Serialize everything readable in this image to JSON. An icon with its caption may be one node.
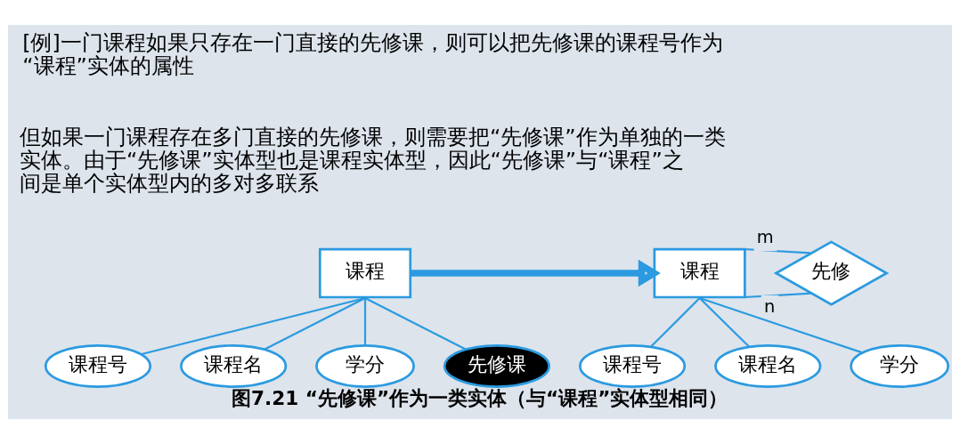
{
  "diagram": {
    "caption": "图7.21 “先修课”作为一类实体（与“课程”实体型相同）",
    "nodes": [
      {
        "text": [
          "课程"
        ]
      },
      {
        "text": [
          "课程号"
        ]
      },
      {
        "text": [
          "课程名"
        ]
      },
      {
        "text": [
          "学分"
        ]
      },
      {
        "text": [
          "先修课"
        ]
      },
      {
        "text": [
          "课程"
        ]
      },
      {
        "text": [
          "先修"
        ]
      },
      {
        "text": [
          "课程号"
        ]
      },
      {
        "text": [
          "课程名"
        ]
      },
      {
        "text": [
          "学分"
        ]
      }
    ],
    "edges": [
      {
        "from": 0,
        "to": 1,
        "arrow": "none"
      },
      {
        "from": 0,
        "to": 2,
        "arrow": "none"
      },
      {
        "from": 0,
        "to": 3,
        "arrow": "none"
      },
      {
        "from": 0,
        "to": 4,
        "arrow": "none"
      },
      {
        "from": 0,
        "to": 5,
        "arrow": "to",
        "style": "thick"
      },
      {
        "from": 5,
        "to": 6,
        "label": "m",
        "arrow": "none"
      },
      {
        "from": 5,
        "to": 6,
        "label": "n",
        "arrow": "none"
      },
      {
        "from": 5,
        "to": 7,
        "arrow": "none"
      },
      {
        "from": 5,
        "to": 8,
        "arrow": "none"
      },
      {
        "from": 5,
        "to": 9,
        "arrow": "none"
      }
    ],
    "labels": [
      "[例]一门课程如果只存在一门直接的先修课，则可以把先修课的课程号作为“课程”实体的属性",
      "但如果一门课程存在多门直接的先修课，则需要把“先修课”作为单独的一类实体。由于“先修课”实体型也是课程实体型，因此“先修课”与“课程”之间是单个实体型内的多对多联系"
    ]
  }
}
